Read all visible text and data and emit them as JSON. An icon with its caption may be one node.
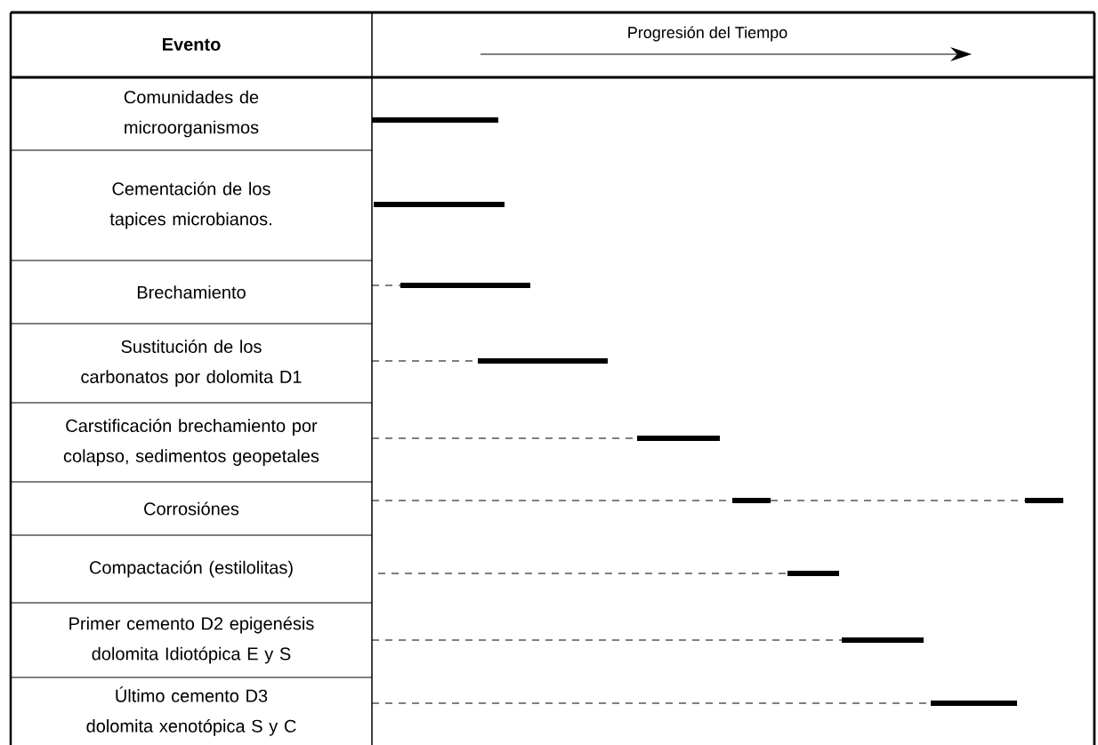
{
  "diagram": {
    "labels": [
      "Evento",
      "Progresión del Tiempo",
      "Comunidades de microorganismos",
      "Cementación de los tapices microbianos.",
      "Brechamiento",
      "Sustitución de los carbonatos por dolomita D1",
      "Carstificación brechamiento por colapso, sedimentos geopetales",
      "Corrosiónes",
      "Compactación (estilolitas)",
      "Primer cemento D2 epigenésis dolomita Idiotópica E y S",
      "Último cemento D3 dolomita xenotópica S y C"
    ]
  }
}
